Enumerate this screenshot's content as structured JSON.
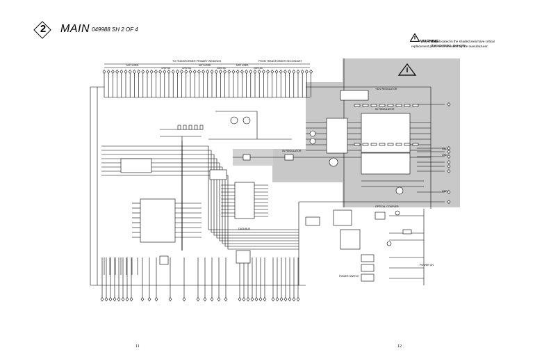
{
  "header": {
    "section_number": "2",
    "title": "MAIN",
    "subtitle": "049988 SH 2 OF 4"
  },
  "warning": {
    "word": "WARNING",
    "text": "Parts located in the shaded area have critical characteristics. Use only",
    "text2": "replacement parts recommended by the manufacturer."
  },
  "labels": {
    "transformer_primary": "TO TRANSFORMER PRIMARY WINDINGS",
    "transformer_secondary": "FROM TRANSFORMER SECONDARY",
    "not_used": "NOT USED",
    "v120": "120V AC",
    "v230": "230V AC",
    "reg_32v": "+32V REGULATOR",
    "reg_5v": "5V REGULATOR",
    "reg_12v": "+12V REGULATOR",
    "optical_coupler": "OPTICAL COUPLER",
    "power_switch": "POWER SWITCH",
    "power_on": "POWER ON",
    "data_bus": "DATA BUS",
    "gnd": "GND"
  },
  "footer": {
    "page_left": "11",
    "page_right": "12"
  },
  "colors": {
    "shade": "#c8c8c8",
    "line": "#000000"
  }
}
